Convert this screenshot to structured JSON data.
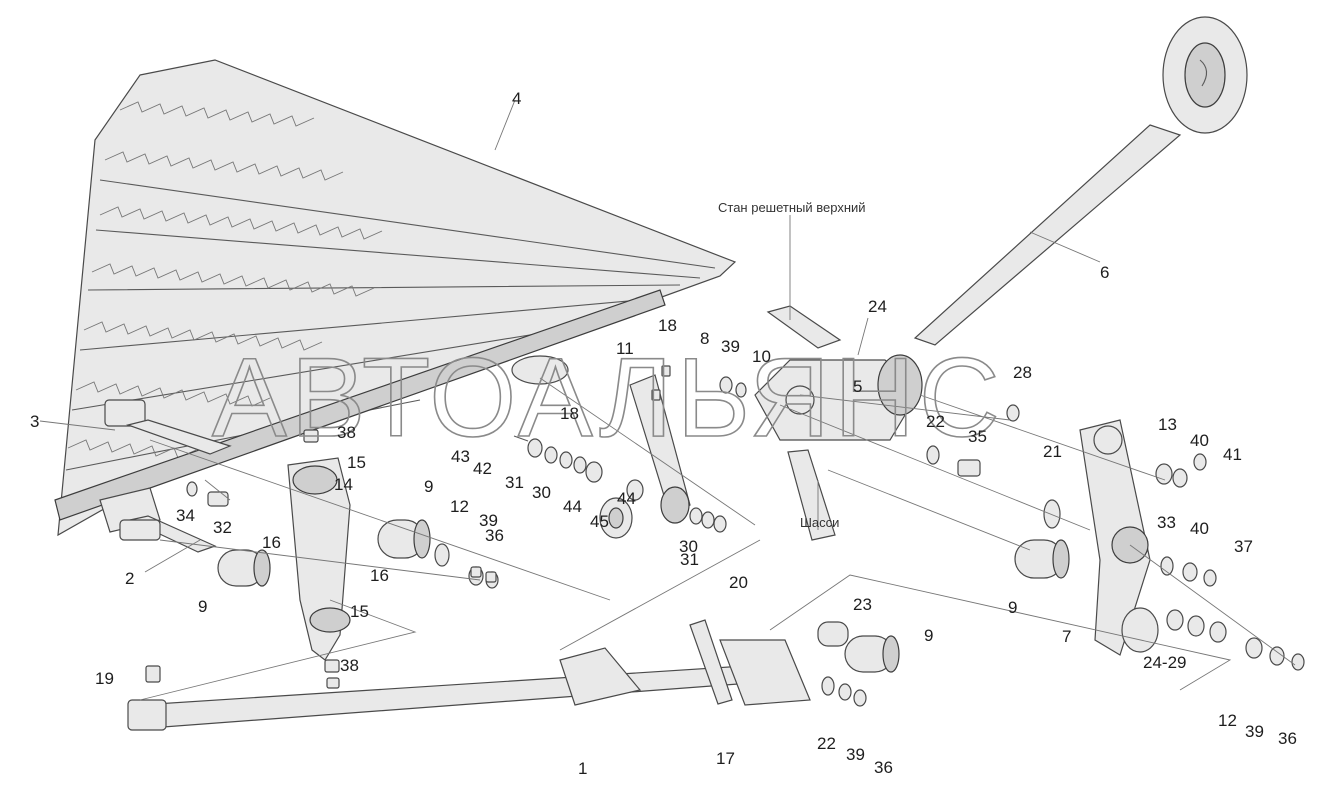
{
  "watermark": "АВТОАЛЬЯНС",
  "captions": {
    "upper_sieve_frame": "Стан решетный верхний",
    "chassis": "Шасси"
  },
  "callouts": [
    "1",
    "2",
    "3",
    "4",
    "5",
    "6",
    "7",
    "8",
    "9",
    "9",
    "9",
    "9",
    "10",
    "11",
    "12",
    "12",
    "13",
    "14",
    "15",
    "15",
    "16",
    "16",
    "17",
    "18",
    "18",
    "19",
    "20",
    "21",
    "22",
    "22",
    "23",
    "24",
    "24-29",
    "28",
    "30",
    "30",
    "31",
    "31",
    "32",
    "33",
    "34",
    "35",
    "36",
    "36",
    "36",
    "37",
    "38",
    "38",
    "39",
    "39",
    "39",
    "39",
    "40",
    "40",
    "41",
    "42",
    "43",
    "44",
    "44",
    "45"
  ]
}
